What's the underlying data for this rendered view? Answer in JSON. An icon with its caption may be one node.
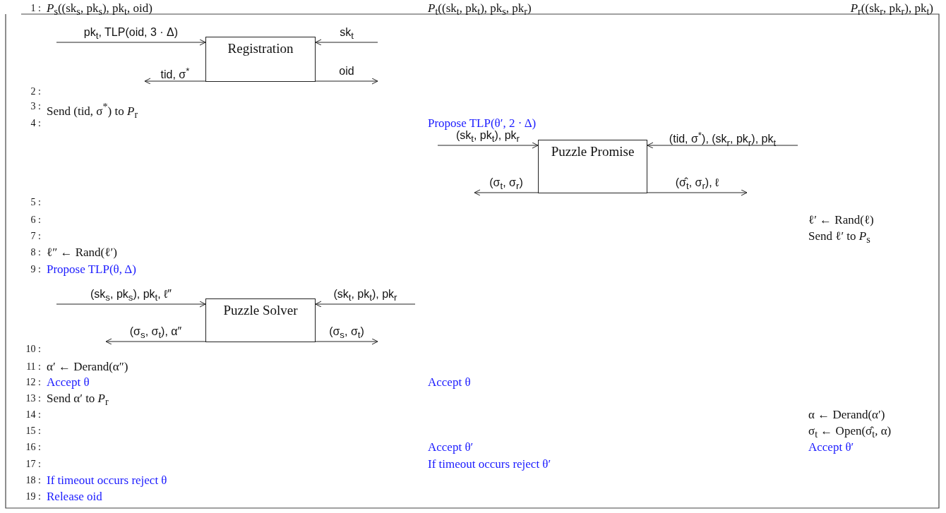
{
  "diagram": {
    "nodes": [
      {
        "text": [
          "Registration"
        ]
      },
      {
        "text": [
          "Puzzle Promise"
        ]
      },
      {
        "text": [
          "Puzzle Solver"
        ]
      }
    ],
    "edges": [
      {
        "from": null,
        "to": 0,
        "arrow": "to",
        "label": "pk$_{t}$, TLP(oid, 3 · Δ)"
      },
      {
        "from": null,
        "to": 0,
        "arrow": "to",
        "label": "sk$_{t}$"
      },
      {
        "from": 0,
        "to": null,
        "arrow": "to",
        "label": "tid, σ$^{*}$"
      },
      {
        "from": 0,
        "to": null,
        "arrow": "to",
        "label": "oid"
      },
      {
        "from": null,
        "to": 1,
        "arrow": "to",
        "label": "(sk$_{t}$, pk$_{t}$), pk$_{r}$"
      },
      {
        "from": null,
        "to": 1,
        "arrow": "to",
        "label": "(tid, σ$^{*}$), (sk$_{r}$, pk$_{r}$), pk$_{t}$"
      },
      {
        "from": 1,
        "to": null,
        "arrow": "to",
        "label": "(σ$_{t}$, σ$_{r}$)"
      },
      {
        "from": 1,
        "to": null,
        "arrow": "to",
        "label": "(σ̂$_{t}$, σ$_{r}$), ℓ"
      },
      {
        "from": null,
        "to": 2,
        "arrow": "to",
        "label": "(sk$_{s}$, pk$_{s}$), pk$_{t}$, ℓ″"
      },
      {
        "from": null,
        "to": 2,
        "arrow": "to",
        "label": "(sk$_{t}$, pk$_{t}$), pk$_{r}$"
      },
      {
        "from": 2,
        "to": null,
        "arrow": "to",
        "label": "(σ$_{s}$, σ$_{t}$), α″"
      },
      {
        "from": 2,
        "to": null,
        "arrow": "to",
        "label": "(σ$_{s}$, σ$_{t}$)"
      }
    ],
    "labels": [
      "1 :",
      "*P*$_{s}$((sk$_{s}$, pk$_{s}$), pk$_{t}$, oid)",
      "*P*$_{t}$((sk$_{t}$, pk$_{t}$), pk$_{s}$, pk$_{r}$)",
      "*P*$_{r}$((sk$_{r}$, pk$_{r}$), pk$_{t}$)",
      "2 :",
      "3 :",
      "Send (tid, σ$^{*}$) to *P*$_{r}$",
      "4 :",
      "Propose TLP(θ′, 2 · Δ)",
      "5 :",
      "6 :",
      "ℓ′ ← Rand(ℓ)",
      "7 :",
      "Send ℓ′ to *P*$_{s}$",
      "8 :",
      "ℓ″ ← Rand(ℓ′)",
      "9 :",
      "Propose TLP(θ, Δ)",
      "10 :",
      "11 :",
      "α′ ← Derand(α″)",
      "12 :",
      "Accept θ",
      "Accept θ",
      "13 :",
      "Send α′ to *P*$_{r}$",
      "14 :",
      "α ← Derand(α′)",
      "15 :",
      "σ$_{t}$ ← Open(σ̂$_{t}$, α)",
      "16 :",
      "Accept θ′",
      "Accept θ′",
      "17 :",
      "If timeout occurs reject θ′",
      "18 :",
      "If timeout occurs reject θ",
      "19 :",
      "Release oid"
    ]
  }
}
